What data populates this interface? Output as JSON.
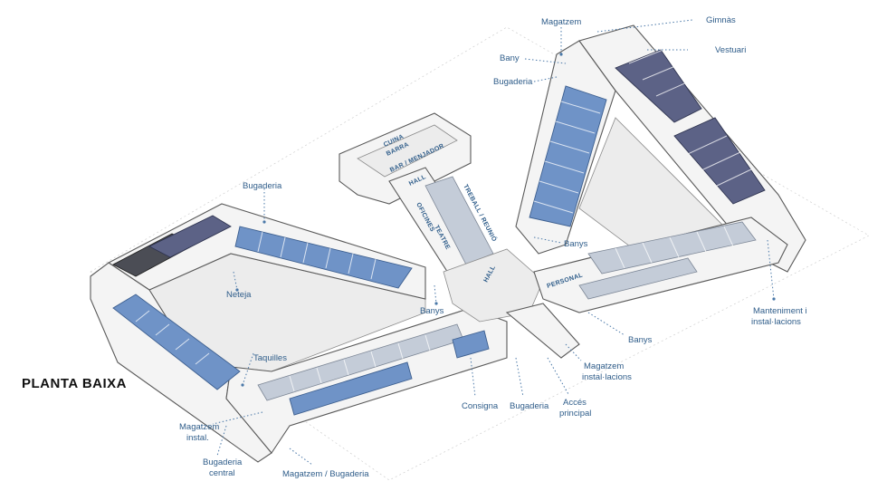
{
  "title": "PLANTA BAIXA",
  "labels": {
    "magatzem_top": "Magatzem",
    "gimnas": "Gimnàs",
    "bany": "Bany",
    "vestuari": "Vestuari",
    "bugaderia_top": "Bugaderia",
    "bugaderia_left": "Bugaderia",
    "neteja": "Neteja",
    "banys_center": "Banys",
    "banys_right_upper": "Banys",
    "banys_right_lower": "Banys",
    "manteniment_1": "Manteniment i",
    "manteniment_2": "instal·lacions",
    "taquilles": "Taquilles",
    "magatzem_instal_1": "Magatzem",
    "magatzem_instal_2": "instal·lacions",
    "consigna": "Consigna",
    "bugaderia_bottom": "Bugaderia",
    "acces_1": "Accés",
    "acces_2": "principal",
    "magatzem_left_1": "Magatzem",
    "magatzem_left_2": "instal.",
    "bugaderia_central_1": "Bugaderia",
    "bugaderia_central_2": "central",
    "magatzem_bugaderia": "Magatzem / Bugaderia"
  },
  "inline_labels": {
    "cuina": "CUINA",
    "barra": "BARRA",
    "bar_menjador": "BAR / MENJADOR",
    "hall_upper": "HALL",
    "oficines": "OFICINES",
    "teatre": "TEATRE",
    "treball_reunio": "TREBALL / REUNIÓ",
    "hall_center": "HALL",
    "personal": "PERSONAL"
  }
}
